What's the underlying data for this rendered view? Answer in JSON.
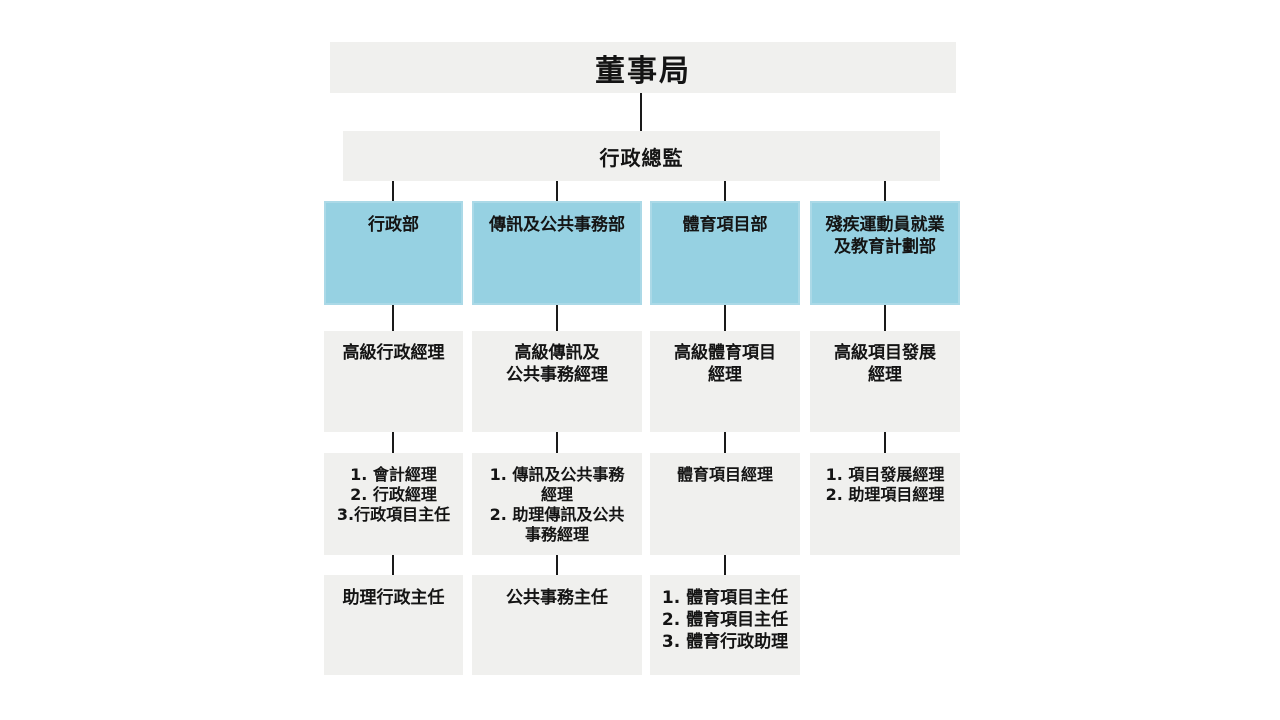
{
  "diagram_type": "org-chart",
  "colors": {
    "background": "#ffffff",
    "box_gray": "#f0f0ee",
    "box_blue": "#96d1e2",
    "box_blue_border": "#abd9e7",
    "connector": "#1a1a1a",
    "text": "#141414"
  },
  "board": {
    "label": "董事局"
  },
  "executive": {
    "label": "行政總監"
  },
  "columns": [
    {
      "department": "行政部",
      "senior": "高級行政經理",
      "managers": "1. 會計經理\n2. 行政經理\n3.行政項目主任",
      "officers": "助理行政主任"
    },
    {
      "department": "傳訊及公共事務部",
      "senior": "高級傳訊及\n公共事務經理",
      "managers": "1. 傳訊及公共事務\n經理\n2. 助理傳訊及公共\n事務經理",
      "officers": "公共事務主任"
    },
    {
      "department": "體育項目部",
      "senior": "高級體育項目\n經理",
      "managers": "體育項目經理",
      "officers": "1. 體育項目主任\n2. 體育項目主任\n3. 體育行政助理"
    },
    {
      "department": "殘疾運動員就業\n及教育計劃部",
      "senior": "高級項目發展\n經理",
      "managers": "1. 項目發展經理\n2. 助理項目經理"
    }
  ]
}
